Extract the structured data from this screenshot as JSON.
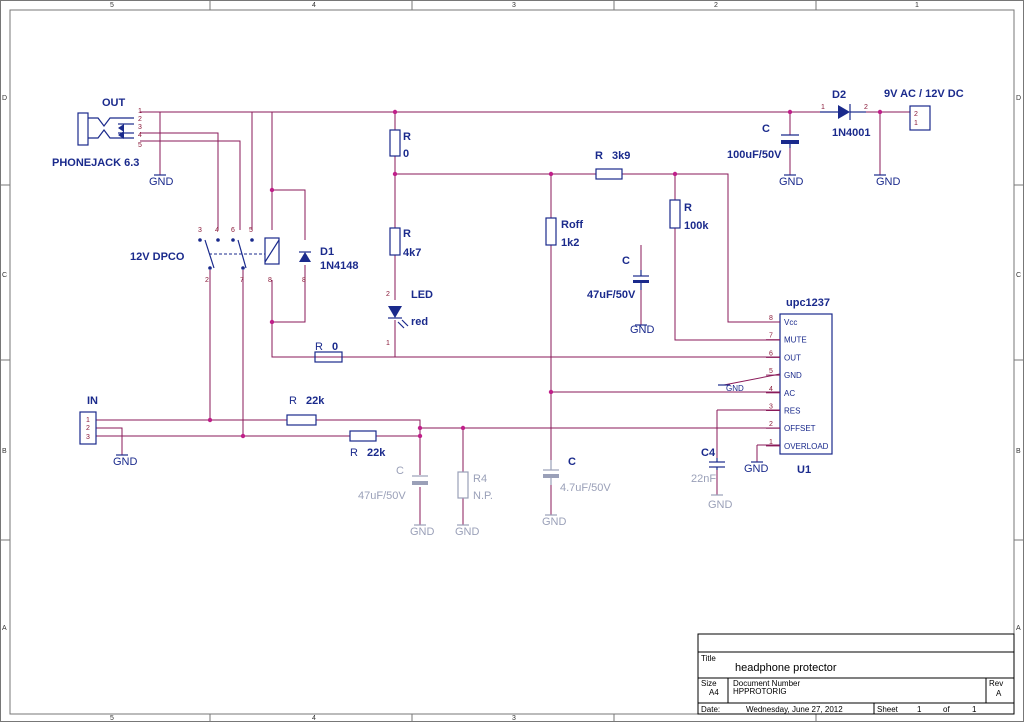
{
  "frame": {
    "cols": [
      "5",
      "4",
      "3",
      "2",
      "1"
    ],
    "rows": [
      "D",
      "C",
      "B",
      "A"
    ]
  },
  "components": {
    "out_label": "OUT",
    "phonejack": "PHONEJACK 6.3",
    "relay": "12V DPCO",
    "d1_ref": "D1",
    "d1_val": "1N4148",
    "r_top_ref": "R",
    "r_top_val": "0",
    "r_4k7_ref": "R",
    "r_4k7_val": "4k7",
    "led_ref": "LED",
    "led_val": "red",
    "r_3k9_ref": "R",
    "r_3k9_val": "3k9",
    "roff_ref": "Roff",
    "roff_val": "1k2",
    "r_100k_ref": "R",
    "r_100k_val": "100k",
    "c_47_ref": "C",
    "c_47_val": "47uF/50V",
    "c_100_ref": "C",
    "c_100_val": "100uF/50V",
    "d2_ref": "D2",
    "d2_val": "1N4001",
    "power_label": "9V AC / 12V DC",
    "r0_ref": "R",
    "r0_val": "0",
    "in_label": "IN",
    "r22a_ref": "R",
    "r22a_val": "22k",
    "r22b_ref": "R",
    "r22b_val": "22k",
    "c_in_ref": "C",
    "c_in_val": "47uF/50V",
    "r4_ref": "R4",
    "r4_val": "N.P.",
    "c_47u_ref": "C",
    "c_47u_val": "4.7uF/50V",
    "c4_ref": "C4",
    "c4_val": "22nF",
    "ic_name": "upc1237",
    "ic_ref": "U1",
    "gnd": "GND"
  },
  "ic_pins": [
    {
      "num": "8",
      "name": "Vcc"
    },
    {
      "num": "7",
      "name": "MUTE"
    },
    {
      "num": "6",
      "name": "OUT"
    },
    {
      "num": "5",
      "name": "GND"
    },
    {
      "num": "4",
      "name": "AC"
    },
    {
      "num": "3",
      "name": "RES"
    },
    {
      "num": "2",
      "name": "OFFSET"
    },
    {
      "num": "1",
      "name": "OVERLOAD"
    }
  ],
  "pin_numbers": {
    "jack": [
      "1",
      "2",
      "3",
      "4",
      "5"
    ],
    "in_conn": [
      "1",
      "2",
      "3"
    ],
    "power_conn": [
      "2",
      "1"
    ],
    "d2": [
      "1",
      "2"
    ],
    "relay_top": [
      "3",
      "4",
      "6",
      "5"
    ],
    "relay_bottom": [
      "2",
      "7",
      "8",
      "8"
    ],
    "one": "1",
    "two": "2"
  },
  "title_block": {
    "title_label": "Title",
    "title": "headphone protector",
    "size_label": "Size",
    "size": "A4",
    "docnum_label": "Document Number",
    "docnum": "HPPROTORIG",
    "rev_label": "Rev",
    "rev": "A",
    "date_label": "Date:",
    "date": "Wednesday, June 27, 2012",
    "sheet_label": "Sheet",
    "sheet": "1",
    "of_label": "of",
    "of": "1"
  }
}
